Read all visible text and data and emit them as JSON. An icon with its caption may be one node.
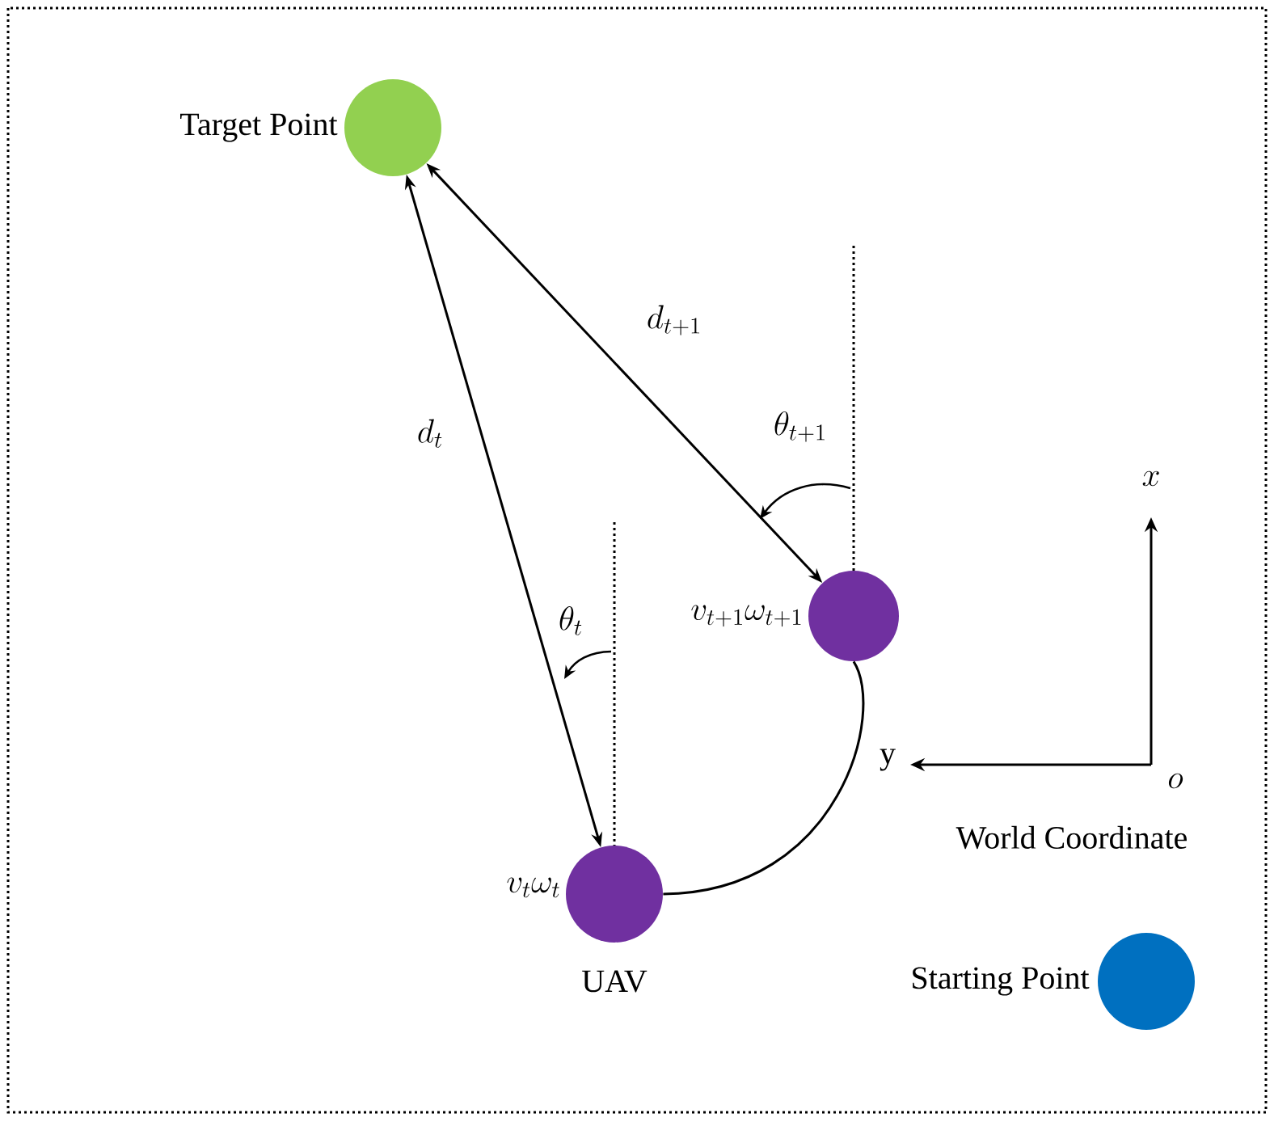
{
  "diagram": {
    "nodes": [
      {
        "text": [],
        "shape": "circle",
        "beside": [
          "Target Point"
        ]
      },
      {
        "text": [],
        "shape": "circle",
        "beside": [
          "v_{t+1}\\omega_{t+1}"
        ]
      },
      {
        "text": [],
        "shape": "circle",
        "beside": [
          "v_t\\omega_t",
          "UAV"
        ]
      },
      {
        "text": [],
        "shape": "circle",
        "beside": [
          "Starting Point"
        ]
      }
    ],
    "edges": [
      {
        "from": 2,
        "to": 0,
        "arrow": "both",
        "label": "d_t"
      },
      {
        "from": 1,
        "to": 0,
        "arrow": "both",
        "label": "d_{t+1}"
      },
      {
        "from": 2,
        "to": 1,
        "arrow": "none"
      }
    ],
    "labels": [
      "\\theta_{t+1}",
      "x",
      "\\theta_t",
      "y",
      "o",
      "World Coordinate"
    ]
  }
}
